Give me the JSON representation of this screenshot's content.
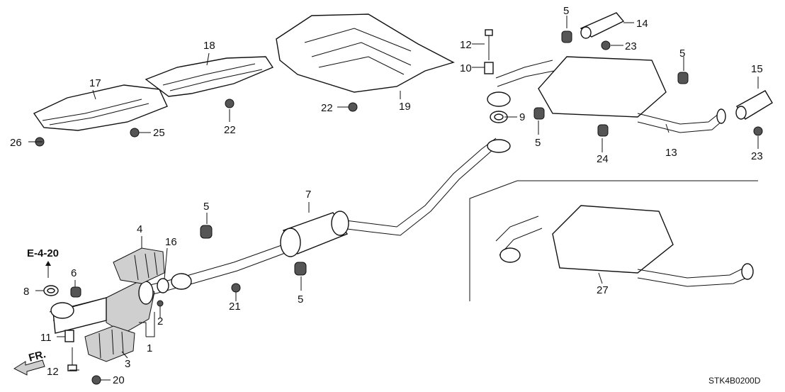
{
  "diagram_code": "STK4B0200D",
  "reference": "E-4-20",
  "front_indicator": "FR.",
  "callouts": [
    "1",
    "2",
    "3",
    "4",
    "5",
    "5",
    "5",
    "5",
    "5",
    "6",
    "7",
    "8",
    "9",
    "10",
    "11",
    "12",
    "12",
    "13",
    "14",
    "15",
    "16",
    "17",
    "18",
    "19",
    "20",
    "21",
    "22",
    "22",
    "23",
    "23",
    "24",
    "25",
    "26",
    "27"
  ]
}
